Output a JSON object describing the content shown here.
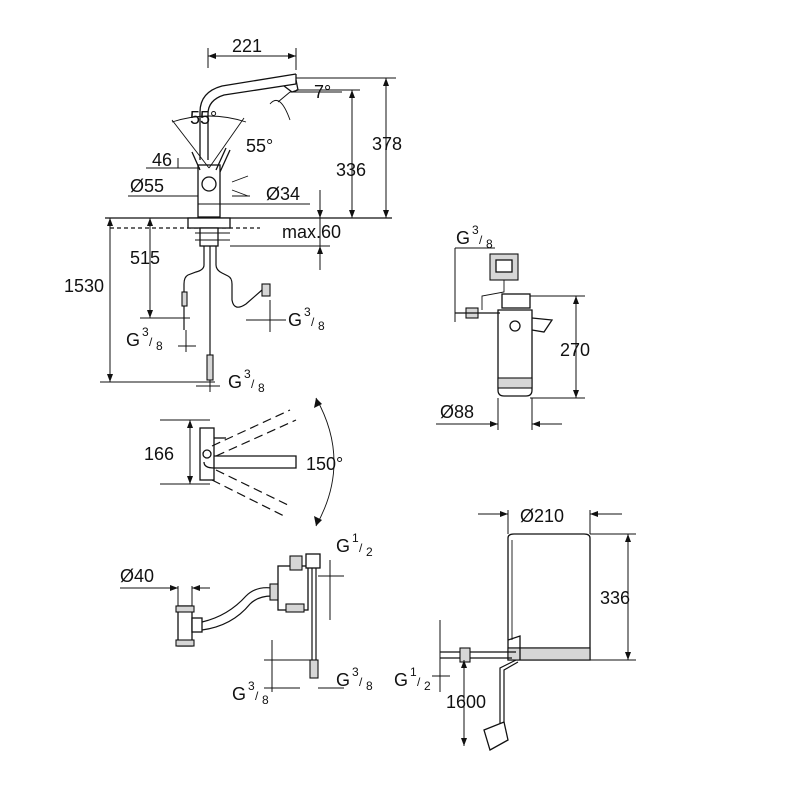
{
  "dimensions": {
    "spout_reach": "221",
    "spout_tilt": "7°",
    "lever_angle_left": "55°",
    "lever_angle_right": "55°",
    "lever_offset": "46",
    "body_diameter": "Ø55",
    "mount_hole": "Ø34",
    "spout_height": "336",
    "total_height": "378",
    "deck_thickness": "max.60",
    "hose_length_upper": "515",
    "hose_length_total": "1530",
    "swivel_depth": "166",
    "swivel_angle": "150°",
    "filter_height": "270",
    "filter_diameter": "Ø88",
    "tee_diameter": "Ø40",
    "boiler_diameter": "Ø210",
    "boiler_height": "336",
    "power_cable": "1600"
  },
  "threads": {
    "g38_a": {
      "base": "G",
      "num": "3",
      "den": "8"
    },
    "g38_b": {
      "base": "G",
      "num": "3",
      "den": "8"
    },
    "g38_c": {
      "base": "G",
      "num": "3",
      "den": "8"
    },
    "g38_filter": {
      "base": "G",
      "num": "3",
      "den": "8"
    },
    "g12_valve": {
      "base": "G",
      "num": "1",
      "den": "2"
    },
    "g38_valve_left": {
      "base": "G",
      "num": "3",
      "den": "8"
    },
    "g38_valve_right": {
      "base": "G",
      "num": "3",
      "den": "8"
    },
    "g12_boiler": {
      "base": "G",
      "num": "1",
      "den": "2"
    }
  },
  "colors": {
    "line": "#111111",
    "fill_grey": "#d6d6d6",
    "background": "#ffffff"
  }
}
